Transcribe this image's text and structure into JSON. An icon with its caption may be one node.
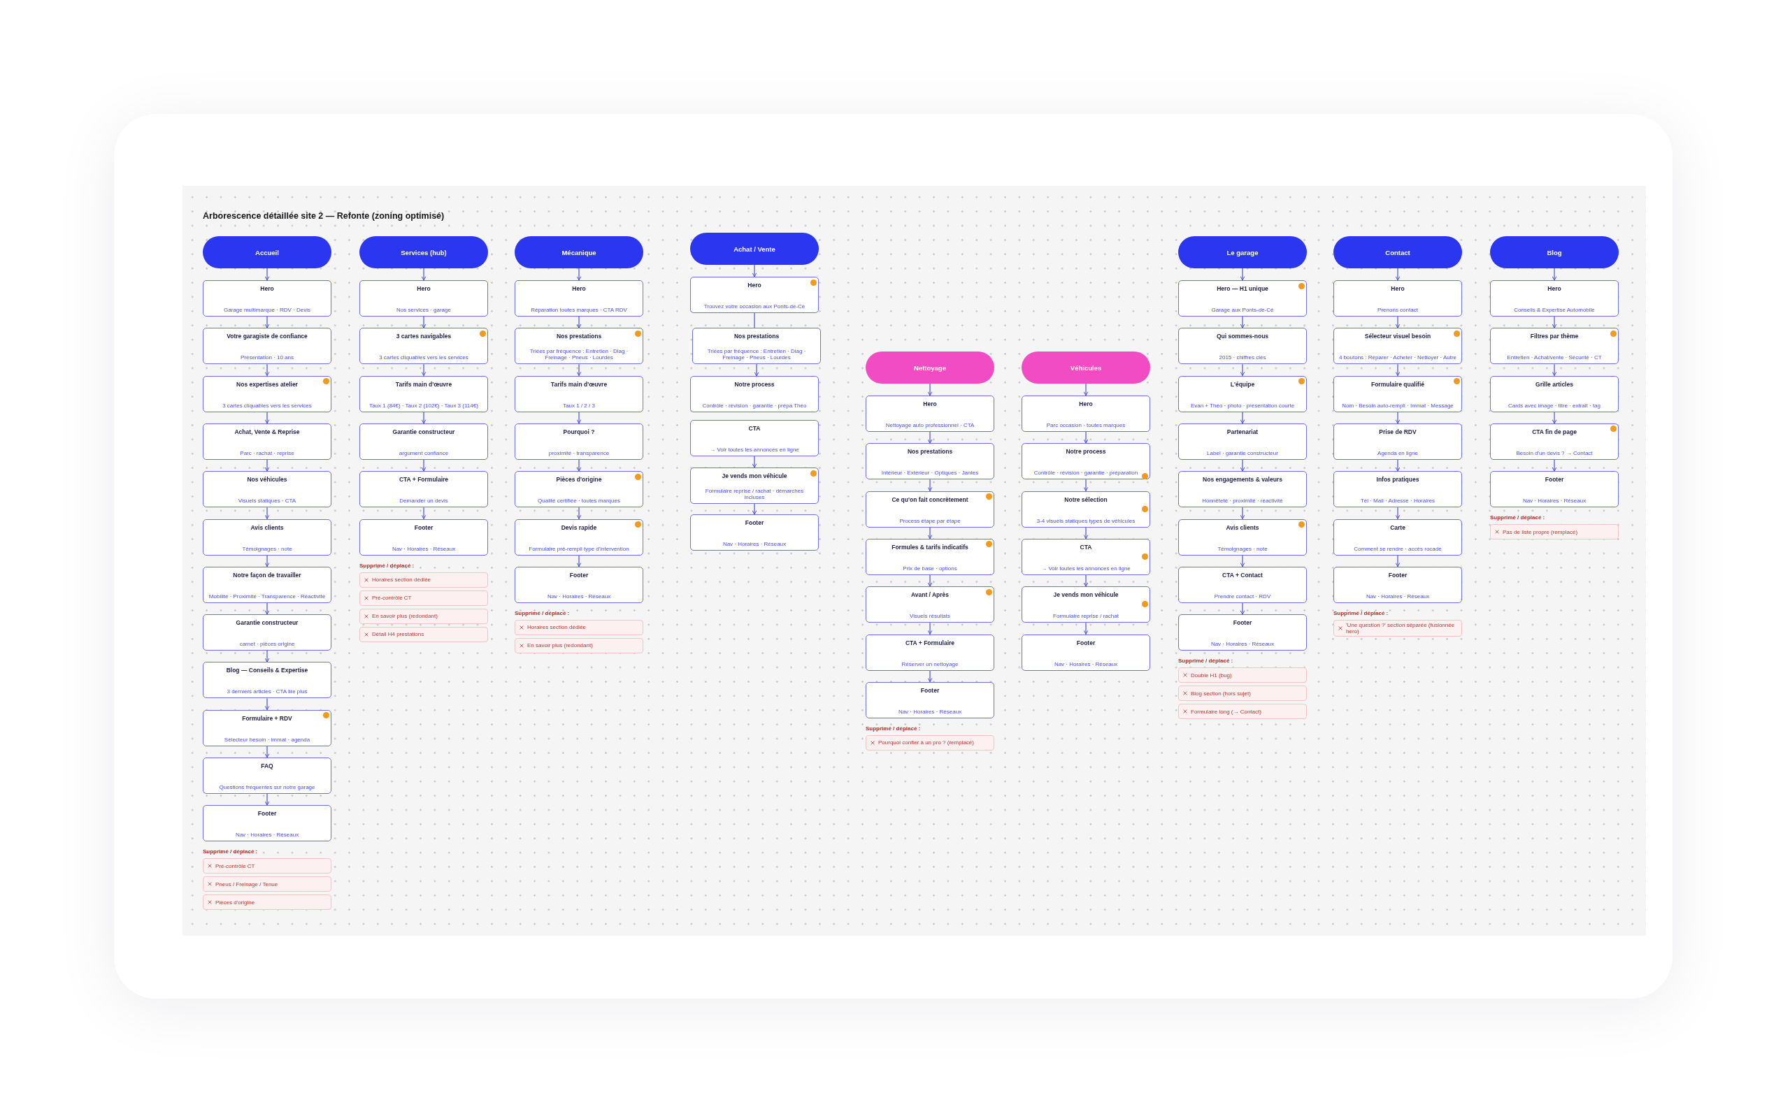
{
  "diagram": {
    "title": "Arborescence détaillée site 2 — Refonte (zoning optimisé)",
    "nodes": [
      {
        "text": [
          "Accueil"
        ]
      },
      {
        "text": [
          "Hero",
          "Garage multimarque · RDV · Devis"
        ]
      },
      {
        "text": [
          "Votre garagiste de confiance",
          "Présentation · 10 ans"
        ]
      },
      {
        "text": [
          "Nos expertises atelier",
          "3 cartes cliquables vers les services"
        ]
      },
      {
        "text": [
          "Achat, Vente & Reprise",
          "Parc · rachat · reprise"
        ]
      },
      {
        "text": [
          "Nos véhicules",
          "Visuels statiques · CTA"
        ]
      },
      {
        "text": [
          "Avis clients",
          "Témoignages · note"
        ]
      },
      {
        "text": [
          "Notre façon de travailler",
          "Mobilité · Proximité · Transparence · Réactivité"
        ]
      },
      {
        "text": [
          "Garantie constructeur",
          "carnet · pièces origine"
        ]
      },
      {
        "text": [
          "Blog — Conseils & Expertise",
          "3 derniers articles · CTA lire plus"
        ]
      },
      {
        "text": [
          "Formulaire + RDV",
          "Sélecteur besoin · immat · agenda"
        ]
      },
      {
        "text": [
          "FAQ",
          "Questions fréquentes sur notre garage"
        ]
      },
      {
        "text": [
          "Footer",
          "Nav · Horaires · Réseaux"
        ]
      },
      {
        "text": [
          "Pré-contrôle CT"
        ]
      },
      {
        "text": [
          "Pneus / Freinage / Tenue"
        ]
      },
      {
        "text": [
          "Pièces d'origine"
        ]
      },
      {
        "text": [
          "Services (hub)"
        ]
      },
      {
        "text": [
          "Hero",
          "Nos services · garage"
        ]
      },
      {
        "text": [
          "3 cartes navigables",
          "3 cartes cliquables vers les services"
        ]
      },
      {
        "text": [
          "Tarifs main d'œuvre",
          "Taux 1 (84€) · Taux 2 (102€) · Taux 3 (114€)"
        ]
      },
      {
        "text": [
          "Garantie constructeur",
          "argument confiance"
        ]
      },
      {
        "text": [
          "CTA + Formulaire",
          "Demander un devis"
        ]
      },
      {
        "text": [
          "Footer",
          "Nav · Horaires · Réseaux"
        ]
      },
      {
        "text": [
          "Horaires section dédiée"
        ]
      },
      {
        "text": [
          "Pré-contrôle CT"
        ]
      },
      {
        "text": [
          "En savoir plus (redondant)"
        ]
      },
      {
        "text": [
          "Détail H4 prestations"
        ]
      },
      {
        "text": [
          "Mécanique"
        ]
      },
      {
        "text": [
          "Hero",
          "Réparation toutes marques · CTA RDV"
        ]
      },
      {
        "text": [
          "Nos prestations",
          "Triées par fréquence : Entretien · Diag · Freinage · Pneus · Lourdes"
        ]
      },
      {
        "text": [
          "Tarifs main d'œuvre",
          "Taux 1 / 2 / 3"
        ]
      },
      {
        "text": [
          "Pourquoi ?",
          "proximité · transparence"
        ]
      },
      {
        "text": [
          "Pièces d'origine",
          "Qualité certifiée · toutes marques"
        ]
      },
      {
        "text": [
          "Devis rapide",
          "Formulaire pré-rempli type d'intervention"
        ]
      },
      {
        "text": [
          "Footer",
          "Nav · Horaires · Réseaux"
        ]
      },
      {
        "text": [
          "Horaires section dédiée"
        ]
      },
      {
        "text": [
          "En savoir plus (redondant)"
        ]
      },
      {
        "text": [
          "Achat / Vente"
        ]
      },
      {
        "text": [
          "Hero",
          "Trouvez votre occasion aux Ponts-de-Cé"
        ]
      },
      {
        "text": [
          "Nos prestations",
          "Triées par fréquence : Entretien · Diag · Freinage · Pneus · Lourdes"
        ]
      },
      {
        "text": [
          "Notre process",
          "Contrôle · révision · garantie · prépa Théo"
        ]
      },
      {
        "text": [
          "CTA",
          "→ Voir toutes les annonces en ligne"
        ]
      },
      {
        "text": [
          "Je vends mon véhicule",
          "Formulaire reprise / rachat · démarches incluses"
        ]
      },
      {
        "text": [
          "Footer",
          "Nav · Horaires · Réseaux"
        ]
      },
      {
        "text": [
          "Nettoyage"
        ]
      },
      {
        "text": [
          "Hero",
          "Nettoyage auto professionnel · CTA"
        ]
      },
      {
        "text": [
          "Nos prestations",
          "Intérieur · Extérieur · Optiques · Jantes"
        ]
      },
      {
        "text": [
          "Ce qu'on fait concrètement",
          "Process étape par étape"
        ]
      },
      {
        "text": [
          "Formules & tarifs indicatifs",
          "Prix de base · options"
        ]
      },
      {
        "text": [
          "Avant / Après",
          "Visuels résultats"
        ]
      },
      {
        "text": [
          "CTA + Formulaire",
          "Réserver un nettoyage"
        ]
      },
      {
        "text": [
          "Footer",
          "Nav · Horaires · Réseaux"
        ]
      },
      {
        "text": [
          "Pourquoi confier à un pro ? (remplacé)"
        ]
      },
      {
        "text": [
          "Véhicules"
        ]
      },
      {
        "text": [
          "Hero",
          "Parc occasion · toutes marques"
        ]
      },
      {
        "text": [
          "Notre process",
          "Contrôle · révision · garantie · préparation"
        ]
      },
      {
        "text": [
          "Notre sélection",
          "3-4 visuels statiques types de véhicules"
        ]
      },
      {
        "text": [
          "CTA",
          "→ Voir toutes les annonces en ligne"
        ]
      },
      {
        "text": [
          "Je vends mon véhicule",
          "Formulaire reprise / rachat"
        ]
      },
      {
        "text": [
          "Footer",
          "Nav · Horaires · Réseaux"
        ]
      },
      {
        "text": [
          "Le garage"
        ]
      },
      {
        "text": [
          "Hero — H1 unique",
          "Garage aux Ponts-de-Cé"
        ]
      },
      {
        "text": [
          "Qui sommes-nous",
          "2015 · chiffres clés"
        ]
      },
      {
        "text": [
          "L'équipe",
          "Evan + Théo · photo · présentation courte"
        ]
      },
      {
        "text": [
          "Partenariat",
          "Label · garantie constructeur"
        ]
      },
      {
        "text": [
          "Nos engagements & valeurs",
          "Honnêteté · proximité · réactivité"
        ]
      },
      {
        "text": [
          "Avis clients",
          "Témoignages · note"
        ]
      },
      {
        "text": [
          "CTA + Contact",
          "Prendre contact · RDV"
        ]
      },
      {
        "text": [
          "Footer",
          "Nav · Horaires · Réseaux"
        ]
      },
      {
        "text": [
          "Double H1 (bug)"
        ]
      },
      {
        "text": [
          "Blog section (hors sujet)"
        ]
      },
      {
        "text": [
          "Formulaire long (→ Contact)"
        ]
      },
      {
        "text": [
          "Contact"
        ]
      },
      {
        "text": [
          "Hero",
          "Prenons contact"
        ]
      },
      {
        "text": [
          "Sélecteur visuel besoin",
          "4 boutons : Réparer · Acheter · Nettoyer · Autre"
        ]
      },
      {
        "text": [
          "Formulaire qualifié",
          "Nom · Besoin auto-rempli · Immat · Message"
        ]
      },
      {
        "text": [
          "Prise de RDV",
          "Agenda en ligne"
        ]
      },
      {
        "text": [
          "Infos pratiques",
          "Tél · Mail · Adresse · Horaires"
        ]
      },
      {
        "text": [
          "Carte",
          "Comment se rendre · accès rocade"
        ]
      },
      {
        "text": [
          "Footer",
          "Nav · Horaires · Réseaux"
        ]
      },
      {
        "text": [
          "'Une question ?' section séparée (fusionnée hero)"
        ]
      },
      {
        "text": [
          "Blog"
        ]
      },
      {
        "text": [
          "Hero",
          "Conseils & Expertise Automobile"
        ]
      },
      {
        "text": [
          "Filtres par thème",
          "Entretien · Achat/vente · Sécurité · CT"
        ]
      },
      {
        "text": [
          "Grille articles",
          "Cards avec image · titre · extrait · tag"
        ]
      },
      {
        "text": [
          "CTA fin de page",
          "Besoin d'un devis ? → Contact"
        ]
      },
      {
        "text": [
          "Footer",
          "Nav · Horaires · Réseaux"
        ]
      },
      {
        "text": [
          "Pas de liste propre (remplacé)"
        ]
      }
    ],
    "edges": [
      {
        "from": 0,
        "to": 1,
        "arrow": "to"
      },
      {
        "from": 1,
        "to": 2,
        "arrow": "to"
      },
      {
        "from": 2,
        "to": 3,
        "arrow": "to"
      },
      {
        "from": 3,
        "to": 4,
        "arrow": "to"
      },
      {
        "from": 4,
        "to": 5,
        "arrow": "to"
      },
      {
        "from": 5,
        "to": 6,
        "arrow": "to"
      },
      {
        "from": 6,
        "to": 7,
        "arrow": "to"
      },
      {
        "from": 7,
        "to": 8,
        "arrow": "to"
      },
      {
        "from": 8,
        "to": 9,
        "arrow": "to"
      },
      {
        "from": 9,
        "to": 10,
        "arrow": "to"
      },
      {
        "from": 10,
        "to": 11,
        "arrow": "to"
      },
      {
        "from": 11,
        "to": 12,
        "arrow": "to"
      },
      {
        "from": 16,
        "to": 17,
        "arrow": "to"
      },
      {
        "from": 17,
        "to": 18,
        "arrow": "to"
      },
      {
        "from": 18,
        "to": 19,
        "arrow": "to"
      },
      {
        "from": 19,
        "to": 20,
        "arrow": "to"
      },
      {
        "from": 20,
        "to": 21,
        "arrow": "to"
      },
      {
        "from": 21,
        "to": 22,
        "arrow": "to"
      },
      {
        "from": 27,
        "to": 28,
        "arrow": "to"
      },
      {
        "from": 28,
        "to": 29,
        "arrow": "to"
      },
      {
        "from": 29,
        "to": 30,
        "arrow": "to"
      },
      {
        "from": 30,
        "to": 31,
        "arrow": "to"
      },
      {
        "from": 31,
        "to": 32,
        "arrow": "to"
      },
      {
        "from": 32,
        "to": 33,
        "arrow": "to"
      },
      {
        "from": 33,
        "to": 34,
        "arrow": "to"
      },
      {
        "from": 37,
        "to": 38,
        "arrow": "to"
      },
      {
        "from": 38,
        "to": 39,
        "arrow": "none"
      },
      {
        "from": 39,
        "to": 40,
        "arrow": "to"
      },
      {
        "from": 41,
        "to": 42,
        "arrow": "to"
      },
      {
        "from": 42,
        "to": 43,
        "arrow": "to"
      },
      {
        "from": 44,
        "to": 45,
        "arrow": "to"
      },
      {
        "from": 45,
        "to": 46,
        "arrow": "to"
      },
      {
        "from": 46,
        "to": 47,
        "arrow": "to"
      },
      {
        "from": 47,
        "to": 48,
        "arrow": "to"
      },
      {
        "from": 48,
        "to": 49,
        "arrow": "to"
      },
      {
        "from": 49,
        "to": 50,
        "arrow": "to"
      },
      {
        "from": 50,
        "to": 51,
        "arrow": "to"
      },
      {
        "from": 53,
        "to": 54,
        "arrow": "to"
      },
      {
        "from": 54,
        "to": 55,
        "arrow": "to"
      },
      {
        "from": 55,
        "to": 56,
        "arrow": "to"
      },
      {
        "from": 56,
        "to": 57,
        "arrow": "to"
      },
      {
        "from": 57,
        "to": 58,
        "arrow": "to"
      },
      {
        "from": 58,
        "to": 59,
        "arrow": "to"
      },
      {
        "from": 60,
        "to": 61,
        "arrow": "to"
      },
      {
        "from": 61,
        "to": 62,
        "arrow": "to"
      },
      {
        "from": 62,
        "to": 63,
        "arrow": "to"
      },
      {
        "from": 63,
        "to": 64,
        "arrow": "to"
      },
      {
        "from": 64,
        "to": 65,
        "arrow": "to"
      },
      {
        "from": 65,
        "to": 66,
        "arrow": "to"
      },
      {
        "from": 66,
        "to": 67,
        "arrow": "to"
      },
      {
        "from": 67,
        "to": 68,
        "arrow": "to"
      },
      {
        "from": 72,
        "to": 73,
        "arrow": "to"
      },
      {
        "from": 73,
        "to": 74,
        "arrow": "to"
      },
      {
        "from": 74,
        "to": 75,
        "arrow": "to"
      },
      {
        "from": 75,
        "to": 76,
        "arrow": "to"
      },
      {
        "from": 76,
        "to": 77,
        "arrow": "to"
      },
      {
        "from": 77,
        "to": 78,
        "arrow": "to"
      },
      {
        "from": 78,
        "to": 79,
        "arrow": "to"
      },
      {
        "from": 81,
        "to": 82,
        "arrow": "to"
      },
      {
        "from": 82,
        "to": 83,
        "arrow": "to"
      },
      {
        "from": 83,
        "to": 84,
        "arrow": "to"
      },
      {
        "from": 84,
        "to": 85,
        "arrow": "to"
      },
      {
        "from": 85,
        "to": 86,
        "arrow": "to"
      }
    ],
    "labels": [
      "Supprimé / déplacé :",
      "Supprimé / déplacé :",
      "Supprimé / déplacé :",
      "Supprimé / déplacé :",
      "Supprimé / déplacé :",
      "Supprimé / déplacé :",
      "Supprimé / déplacé :"
    ]
  }
}
